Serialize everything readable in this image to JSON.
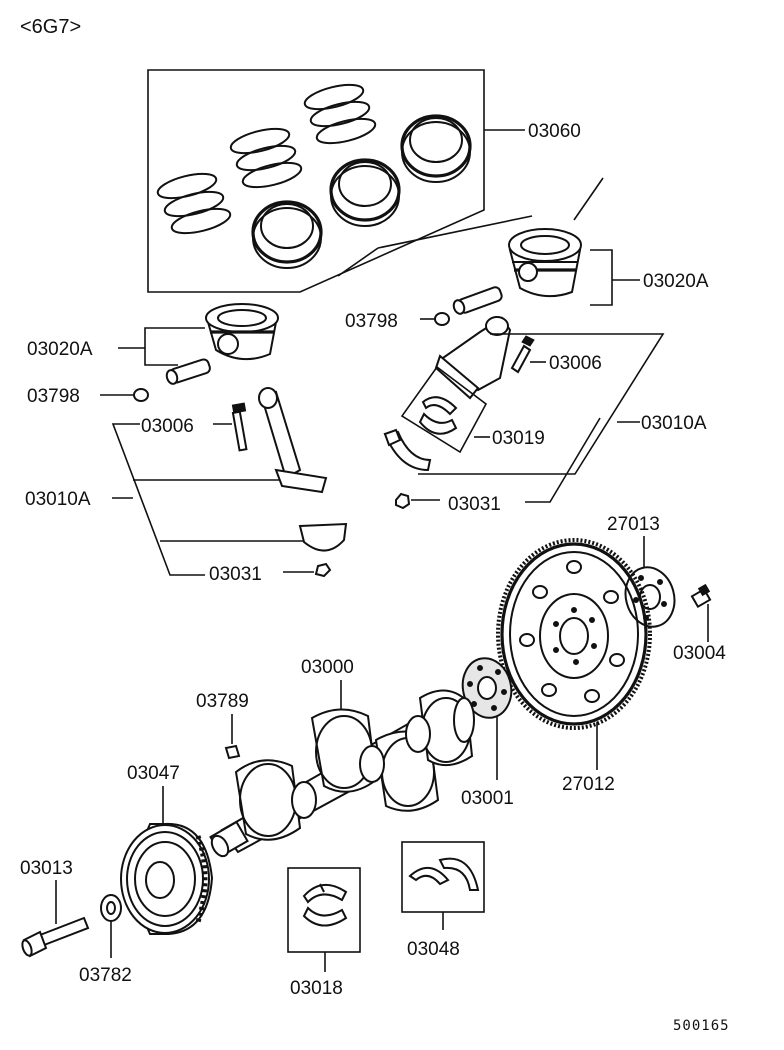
{
  "header": {
    "engine_code": "<6G7>"
  },
  "footer": {
    "diagram_id": "500165"
  },
  "parts": {
    "piston_ring_set": "03060",
    "piston_right": "03020A",
    "piston_left": "03020A",
    "snap_ring_right": "03798",
    "snap_ring_left": "03798",
    "bolt_rod_right": "03006",
    "bolt_rod_left": "03006",
    "conn_rod_right": "03010A",
    "conn_rod_left": "03010A",
    "rod_bearing": "03019",
    "nut_right": "03031",
    "nut_left": "03031",
    "adapter_plate": "27013",
    "flywheel_bolt": "03004",
    "crankshaft": "03000",
    "key": "03789",
    "damper_pulley": "03047",
    "crank_plate": "03001",
    "drive_plate": "27012",
    "pulley_bolt": "03013",
    "washer": "03782",
    "main_bearing": "03018",
    "thrust_bearing": "03048"
  }
}
